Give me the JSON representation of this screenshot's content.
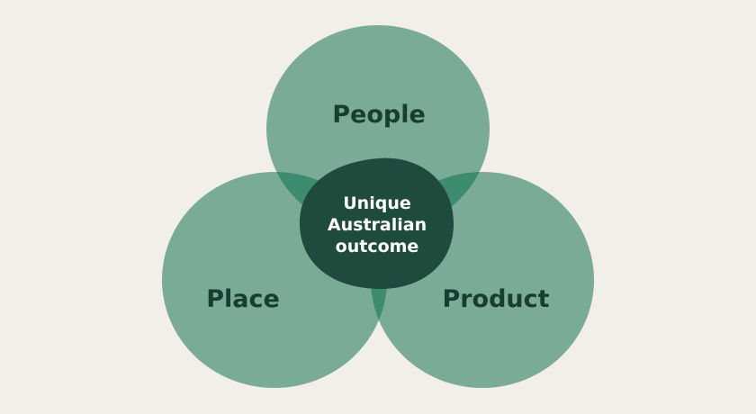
{
  "colors": {
    "background": "#f2efe8",
    "circle_fill": "#7aab97",
    "overlap_fill": "#3e8c6f",
    "center_fill": "#1e4b3e",
    "label_text": "#173e31",
    "center_text": "#ffffff"
  },
  "diagram": {
    "circles": [
      {
        "key": "people",
        "label": "People"
      },
      {
        "key": "place",
        "label": "Place"
      },
      {
        "key": "product",
        "label": "Product"
      }
    ],
    "center": {
      "lines": [
        "Unique",
        "Australian",
        "outcome"
      ]
    }
  }
}
